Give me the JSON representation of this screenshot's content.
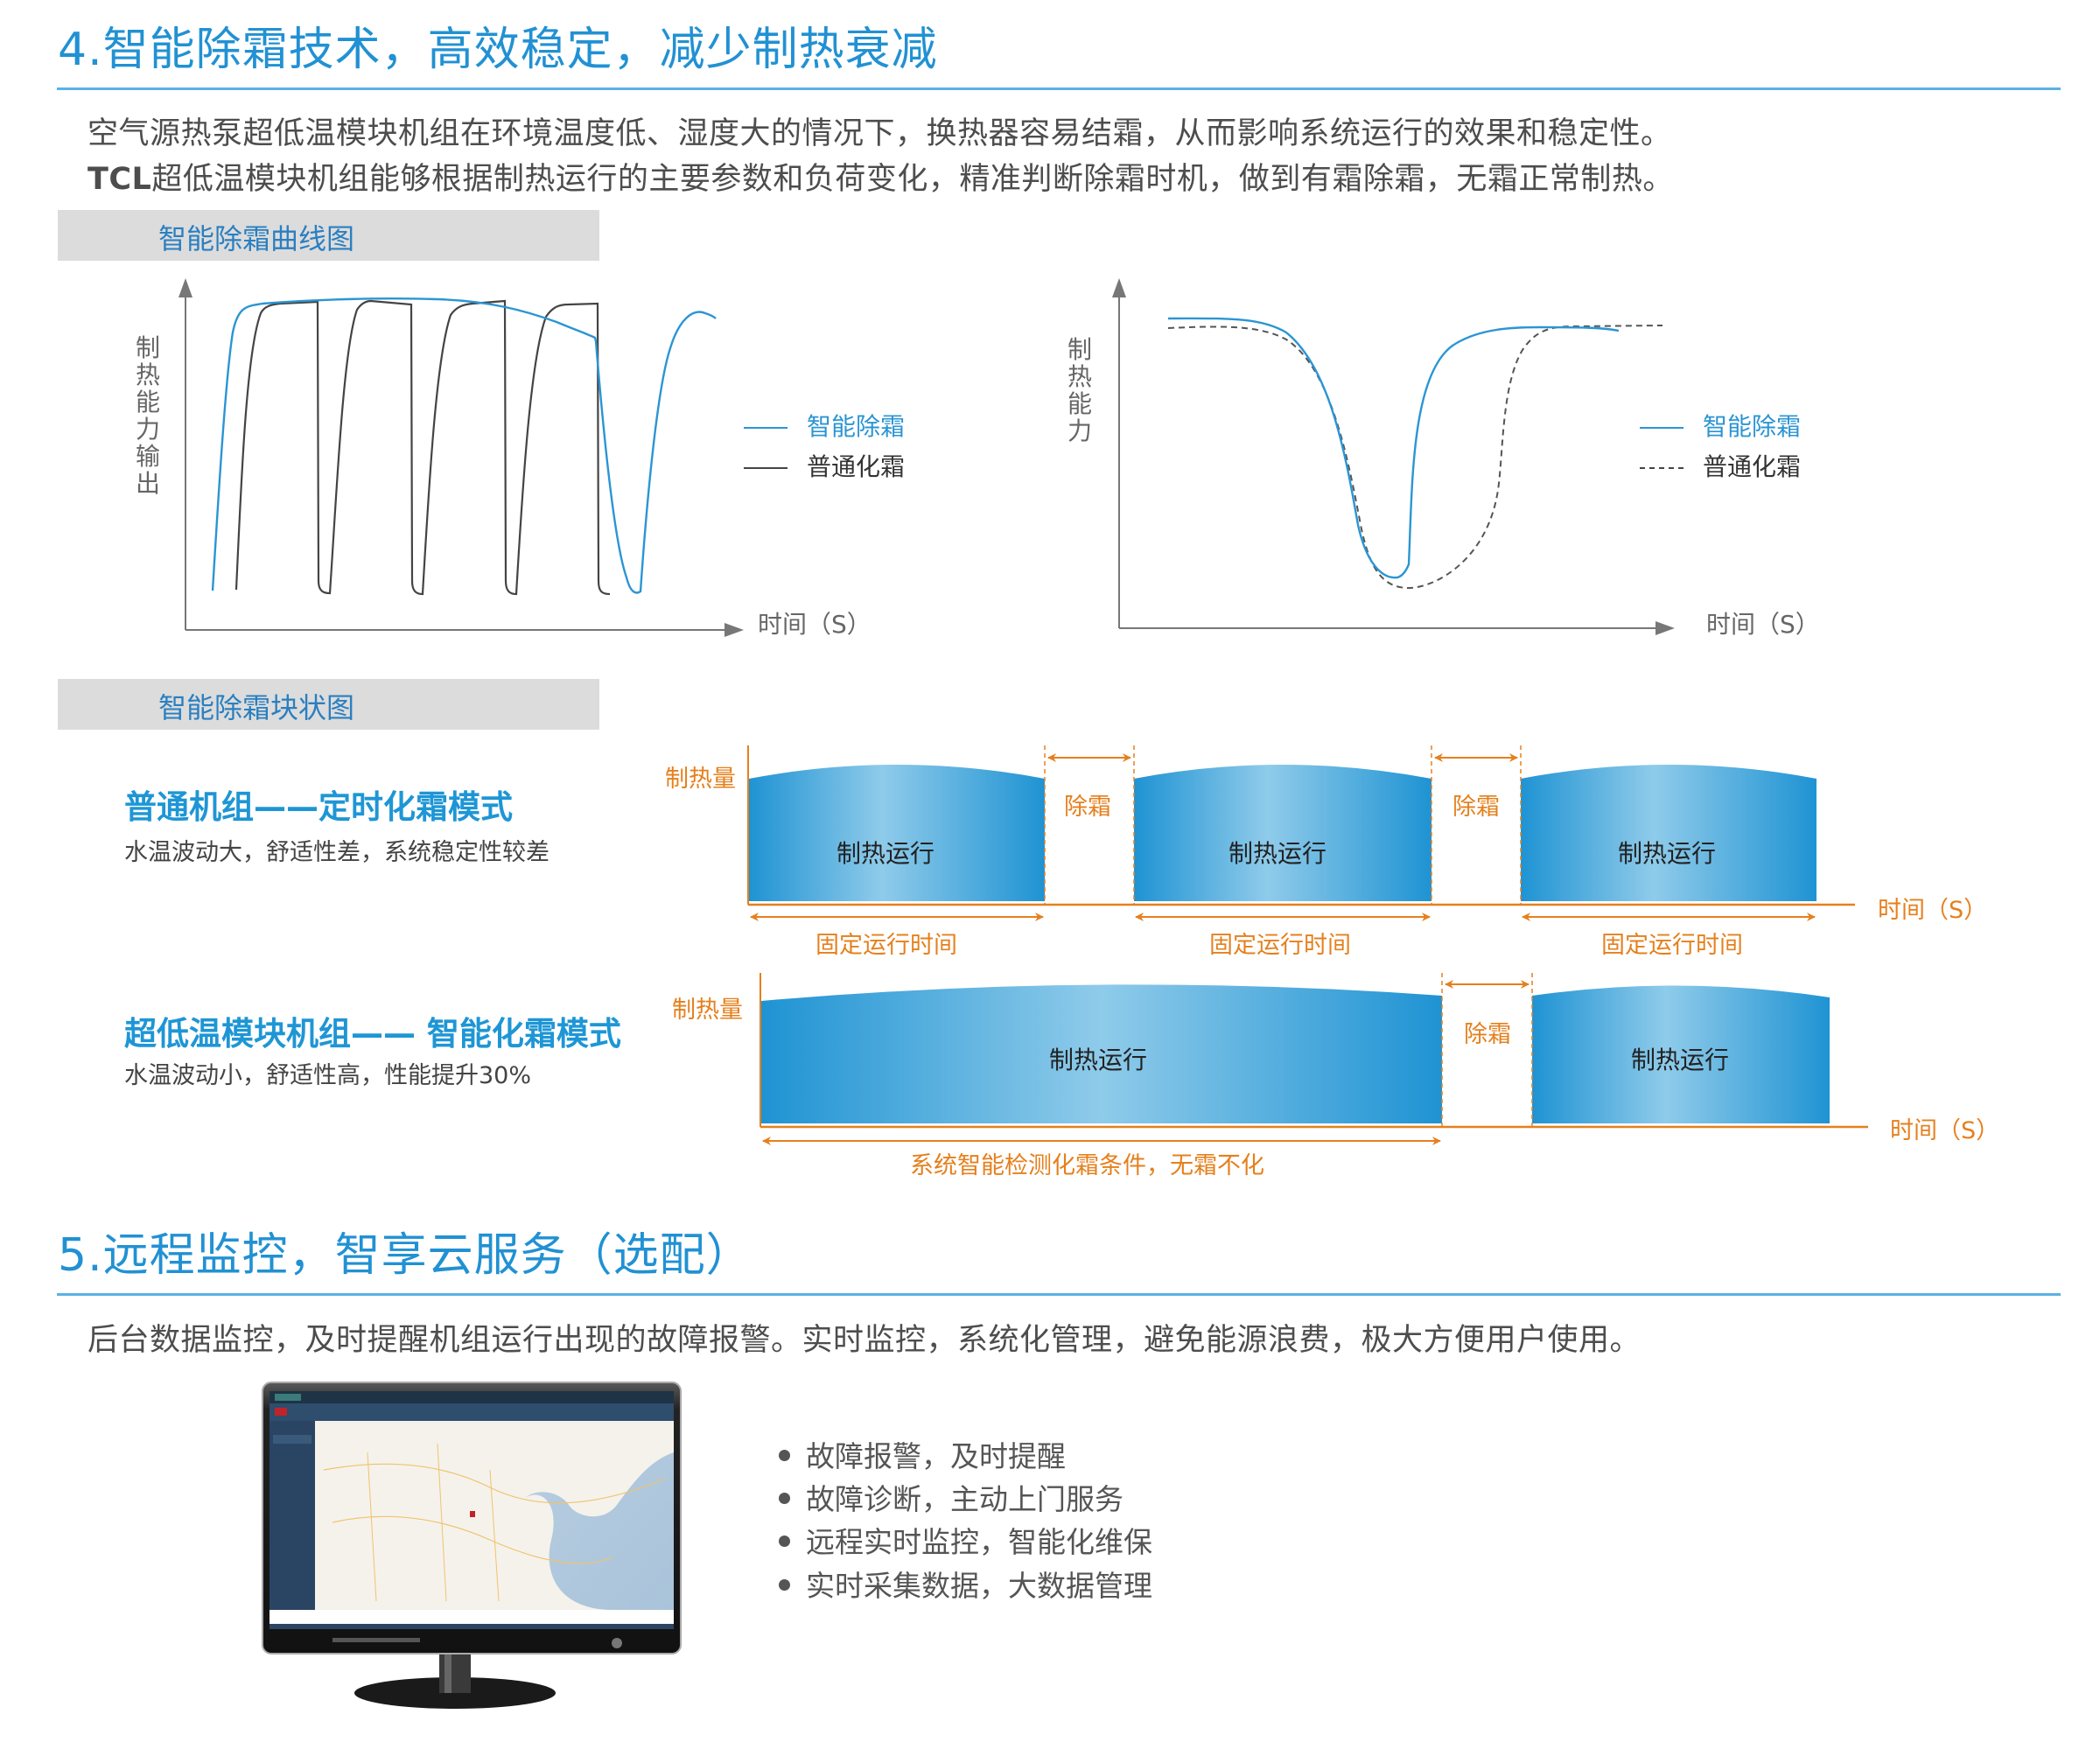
{
  "section4": {
    "title": "4.智能除霜技术，高效稳定，减少制热衰减",
    "para_line1": "空气源热泵超低温模块机组在环境温度低、湿度大的情况下，换热器容易结霜，从而影响系统运行的效果和稳定性。",
    "para_line2_brand": "TCL",
    "para_line2": "超低温模块机组能够根据制热运行的主要参数和负荷变化，精准判断除霜时机，做到有霜除霜，无霜正常制热。",
    "curve_box_label": "智能除霜曲线图",
    "block_box_label": "智能除霜块状图"
  },
  "chart_data": [
    {
      "type": "line",
      "title": "智能除霜曲线图（左）",
      "xlabel": "时间（S）",
      "ylabel": "制热能力输出",
      "legend": [
        "智能除霜",
        "普通化霜"
      ],
      "legend_position": "right",
      "grid": false,
      "series": [
        {
          "name": "智能除霜",
          "color": "#2b95d3",
          "style": "solid",
          "description": "rises quickly to plateau, holds long, declines slowly, single deep drop for defrost, then recovers"
        },
        {
          "name": "普通化霜",
          "color": "#444444",
          "style": "solid",
          "description": "four periodic sharp drops to zero (fixed-interval defrost) with rises back to plateau"
        }
      ]
    },
    {
      "type": "line",
      "title": "智能除霜曲线图（右）",
      "xlabel": "时间（S）",
      "ylabel": "制热能力",
      "legend": [
        "智能除霜",
        "普通化霜"
      ],
      "legend_position": "right",
      "grid": false,
      "series": [
        {
          "name": "智能除霜",
          "color": "#2b95d3",
          "style": "solid",
          "description": "single dip; faster recovery"
        },
        {
          "name": "普通化霜",
          "color": "#444444",
          "style": "dashed",
          "description": "single dip slightly deeper; slower recovery"
        }
      ]
    }
  ],
  "chart_left": {
    "ylabel_chars": [
      "制",
      "热",
      "能",
      "力",
      "输",
      "出"
    ],
    "xlabel": "时间（S）",
    "legend": [
      {
        "label": "智能除霜",
        "color": "#2b95d3"
      },
      {
        "label": "普通化霜",
        "color": "#444444"
      }
    ]
  },
  "chart_right": {
    "ylabel_chars": [
      "制",
      "热",
      "能",
      "力"
    ],
    "xlabel": "时间（S）",
    "legend": [
      {
        "label": "智能除霜",
        "color": "#2b95d3"
      },
      {
        "label": "普通化霜",
        "color": "#444444"
      }
    ]
  },
  "block_diagram": {
    "row1": {
      "title": "普通机组——定时化霜模式",
      "subtitle": "水温波动大，舒适性差，系统稳定性较差",
      "y_label": "制热量",
      "blocks": [
        "制热运行",
        "制热运行",
        "制热运行"
      ],
      "defrost": [
        "除霜",
        "除霜"
      ],
      "spans": [
        "固定运行时间",
        "固定运行时间",
        "固定运行时间"
      ],
      "x_label": "时间（S）"
    },
    "row2": {
      "title": "超低温模块机组—— 智能化霜模式",
      "subtitle": "水温波动小，舒适性高，性能提升30%",
      "y_label": "制热量",
      "blocks": [
        "制热运行",
        "制热运行"
      ],
      "defrost": [
        "除霜"
      ],
      "span": "系统智能检测化霜条件，无霜不化",
      "x_label": "时间（S）"
    },
    "colors": {
      "orange": "#e5801d",
      "blue_dark": "#1f93d3",
      "blue_light": "#8fcbea"
    }
  },
  "section5": {
    "title": "5.远程监控，智享云服务（选配）",
    "para": "后台数据监控，及时提醒机组运行出现的故障报警。实时监控，系统化管理，避免能源浪费，极大方便用户使用。",
    "bullets": [
      "故障报警，及时提醒",
      "故障诊断，主动上门服务",
      "远程实时监控，智能化维保",
      "实时采集数据，大数据管理"
    ]
  },
  "colors": {
    "title_blue": "#2191d3",
    "rule_blue": "#5ab2e4",
    "gray_box": "#dcdcdc"
  }
}
